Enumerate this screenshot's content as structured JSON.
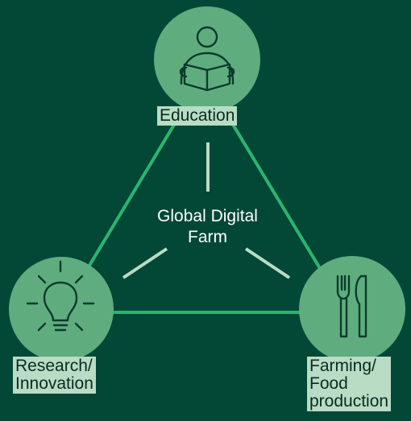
{
  "center_label": {
    "line1": "Global Digital",
    "line2": "Farm"
  },
  "nodes": {
    "top": {
      "label": "Education",
      "icon": "reading-person-icon"
    },
    "left": {
      "label_line1": "Research/",
      "label_line2": "Innovation",
      "icon": "lightbulb-icon"
    },
    "right": {
      "label_line1": "Farming/",
      "label_line2": "Food",
      "label_line3": "production",
      "icon": "fork-knife-icon"
    }
  },
  "colors": {
    "background": "#034737",
    "node_fill": "#5fad7e",
    "edge": "#2bb56e",
    "spoke": "#b8dcc4",
    "label_bg": "#b8dcc4",
    "icon_stroke": "#0b3a2c",
    "center_text": "#ffffff"
  }
}
